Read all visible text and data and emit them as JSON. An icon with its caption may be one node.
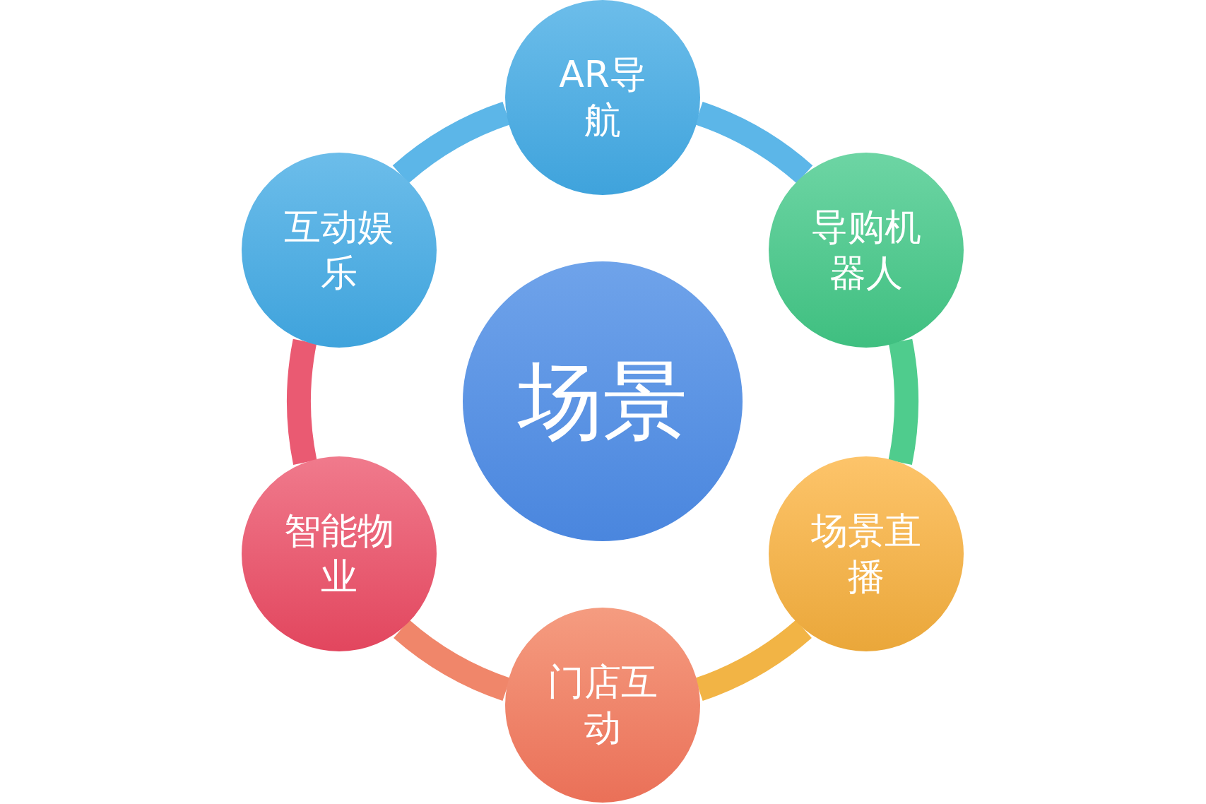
{
  "diagram": {
    "nodes": [
      {
        "text": [
          "场景"
        ]
      },
      {
        "text": [
          "AR导航"
        ]
      },
      {
        "text": [
          "导购机器人"
        ]
      },
      {
        "text": [
          "场景直播"
        ]
      },
      {
        "text": [
          "门店互动"
        ]
      },
      {
        "text": [
          "智能物业"
        ]
      },
      {
        "text": [
          "互动娱乐"
        ]
      }
    ],
    "edges": [
      {
        "from": 1,
        "to": 2,
        "arrow": "none",
        "color": "#5cb6e8"
      },
      {
        "from": 2,
        "to": 3,
        "arrow": "none",
        "color": "#4fcc8d"
      },
      {
        "from": 3,
        "to": 4,
        "arrow": "none",
        "color": "#f2b445"
      },
      {
        "from": 4,
        "to": 5,
        "arrow": "none",
        "color": "#f0866a"
      },
      {
        "from": 5,
        "to": 6,
        "arrow": "none",
        "color": "#ea5a72"
      },
      {
        "from": 6,
        "to": 1,
        "arrow": "none",
        "color": "#5cb6e8"
      }
    ]
  }
}
